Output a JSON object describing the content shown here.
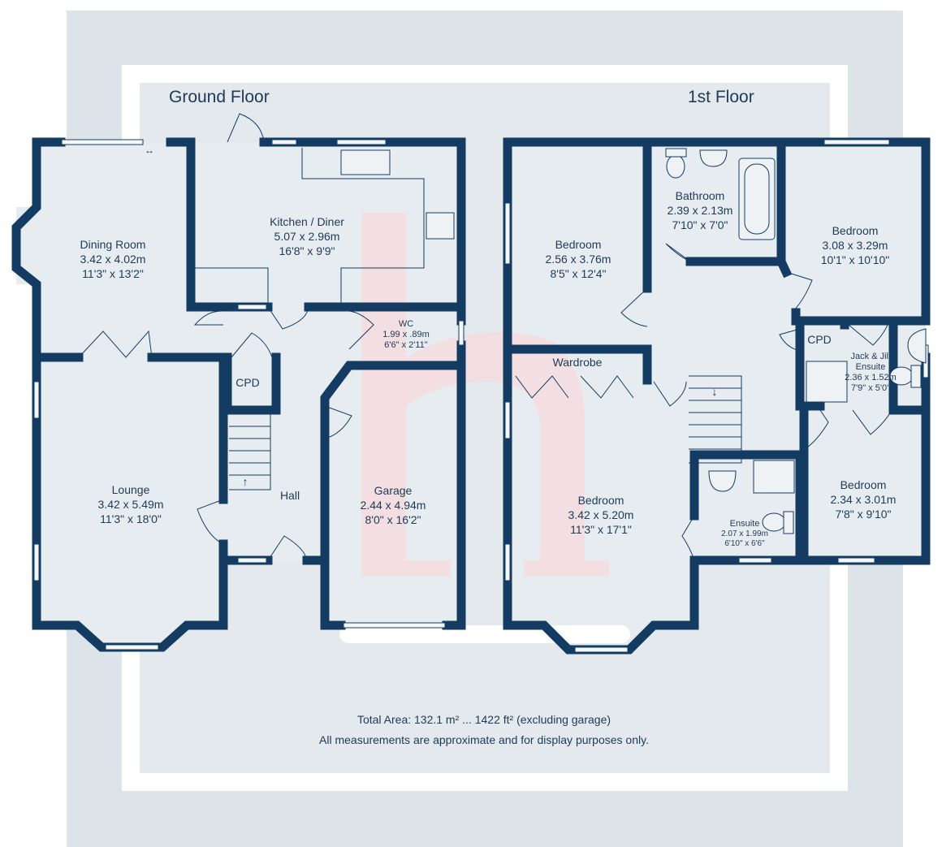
{
  "floors": {
    "ground": {
      "title": "Ground Floor",
      "rooms": [
        {
          "name": "Dining Room",
          "metric": "3.42 x 4.02m",
          "imperial": "11'3\" x 13'2\""
        },
        {
          "name": "Kitchen / Diner",
          "metric": "5.07 x 2.96m",
          "imperial": "16'8\" x 9'9\""
        },
        {
          "name": "WC",
          "metric": "1.99 x .89m",
          "imperial": "6'6\" x 2'11\""
        },
        {
          "name": "CPD"
        },
        {
          "name": "Hall"
        },
        {
          "name": "Lounge",
          "metric": "3.42 x 5.49m",
          "imperial": "11'3\" x 18'0\""
        },
        {
          "name": "Garage",
          "metric": "2.44 x 4.94m",
          "imperial": "8'0\" x 16'2\""
        }
      ]
    },
    "first": {
      "title": "1st Floor",
      "rooms": [
        {
          "name": "Bedroom",
          "metric": "2.56 x 3.76m",
          "imperial": "8'5\" x 12'4\""
        },
        {
          "name": "Bathroom",
          "metric": "2.39 x 2.13m",
          "imperial": "7'10\" x 7'0\""
        },
        {
          "name": "Bedroom",
          "metric": "3.08 x 3.29m",
          "imperial": "10'1\" x 10'10\""
        },
        {
          "name": "CPD"
        },
        {
          "name": "Jack & Jill",
          "name2": "Ensuite",
          "metric": "2.36 x 1.52m",
          "imperial": "7'9\" x 5'0\""
        },
        {
          "name": "Wardrobe"
        },
        {
          "name": "Bedroom",
          "metric": "3.42 x 5.20m",
          "imperial": "11'3\" x 17'1\""
        },
        {
          "name": "Ensuite",
          "metric": "2.07 x 1.99m",
          "imperial": "6'10\" x 6'6\""
        },
        {
          "name": "Bedroom",
          "metric": "2.34 x 3.01m",
          "imperial": "7'8\" x 9'10\""
        }
      ]
    }
  },
  "footer": {
    "total_area": "Total Area: 132.1 m² ... 1422 ft² (excluding garage)",
    "disclaimer": "All measurements are approximate and for display purposes only."
  },
  "colors": {
    "wall": "#143c62",
    "outer_bg": "#dce3e9",
    "inner_bg": "#e4e9ee",
    "watermark": "#f7d9dc"
  }
}
